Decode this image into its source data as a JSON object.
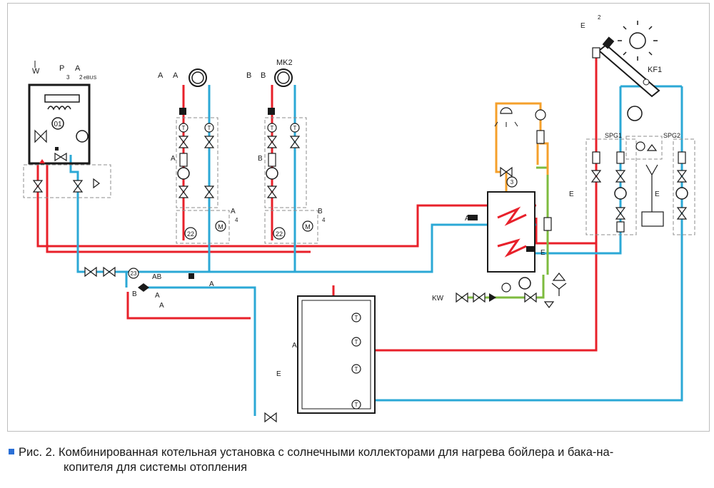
{
  "diagram": {
    "labels": {
      "w": "W",
      "p": "P",
      "a": "A",
      "ebus": "eBUS",
      "e": "E",
      "b": "B",
      "ab": "AB",
      "kw": "KW",
      "mk2": "MK2",
      "kf1": "KF1",
      "spg1": "SPG1",
      "spg2": "SPG2",
      "n01": "01",
      "n22": "22",
      "n23": "23",
      "n3": "3",
      "n4": "4",
      "n2": "2",
      "t": "T",
      "m": "M"
    },
    "colors": {
      "supply": "#e8202a",
      "return": "#2ba8d6",
      "drinking_water": "#7dbb3e",
      "hot_water_circulation": "#f5a02b",
      "line": "#1a1a1a",
      "box_dashed": "#8c8c8c"
    }
  },
  "caption": {
    "prefix": "Рис. 2.",
    "line1": "Комбинированная котельная установка с солнечными коллекторами для нагрева бойлера и бака-на-",
    "line2": "копителя для системы отопления"
  }
}
